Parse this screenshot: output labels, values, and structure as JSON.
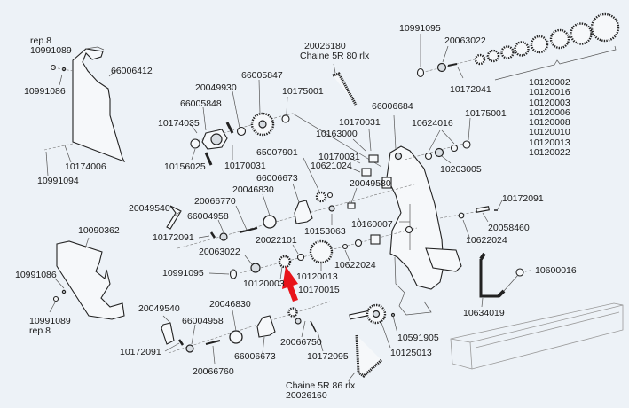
{
  "diagram": {
    "type": "exploded parts diagram",
    "highlight_color": "#e8141a",
    "highlighted_part": "10120003"
  },
  "labels": {
    "rep8_top": "rep.8",
    "p10991089_top": "10991089",
    "p66006412": "66006412",
    "p10991086_top": "10991086",
    "p10174006": "10174006",
    "p10991094": "10991094",
    "p20049930": "20049930",
    "p66005847": "66005847",
    "p10175001_a": "10175001",
    "p66005848": "66005848",
    "p10174035": "10174035",
    "p10156025": "10156025",
    "p10170031_a": "10170031",
    "p20026180": "20026180",
    "chain80": "Chaine 5R 80 rlx",
    "p10991095_top": "10991095",
    "p20063022_top": "20063022",
    "p10172041": "10172041",
    "p66006684": "66006684",
    "p10170031_b": "10170031",
    "p10163000": "10163000",
    "p10170031_c": "10170031",
    "p10621024": "10621024",
    "p10624016": "10624016",
    "p10175001_b": "10175001",
    "p10203005": "10203005",
    "p65007901": "65007901",
    "p66006673_a": "66006673",
    "p20046830_a": "20046830",
    "p20066770": "20066770",
    "p66004958_a": "66004958",
    "p20049540_a": "20049540",
    "p10172091_a": "10172091",
    "p20049580": "20049580",
    "p10153063": "10153063",
    "p10160007": "10160007",
    "p20022101": "20022101",
    "p20063022_mid": "20063022",
    "p10991095_mid": "10991095",
    "p10120003": "10120003",
    "p10120013": "10120013",
    "p10170015": "10170015",
    "p10622024_a": "10622024",
    "p10172091_b": "10172091",
    "p20058460": "20058460",
    "p10622024_b": "10622024",
    "p10600016": "10600016",
    "p10634019": "10634019",
    "p10090362": "10090362",
    "p10991086_bot": "10991086",
    "p10991089_bot": "10991089",
    "rep8_bot": "rep.8",
    "p20049540_b": "20049540",
    "p66004958_b": "66004958",
    "p20046830_b": "20046830",
    "p10172091_c": "10172091",
    "p20066760": "20066760",
    "p66006673_b": "66006673",
    "p20066750": "20066750",
    "p10172095": "10172095",
    "p10591905": "10591905",
    "p10125013": "10125013",
    "chain86": "Chaine 5R 86 rlx",
    "p20026160": "20026160"
  },
  "sprocket_options": [
    "10120002",
    "10120016",
    "10120003",
    "10120006",
    "10120008",
    "10120010",
    "10120013",
    "10120022"
  ]
}
